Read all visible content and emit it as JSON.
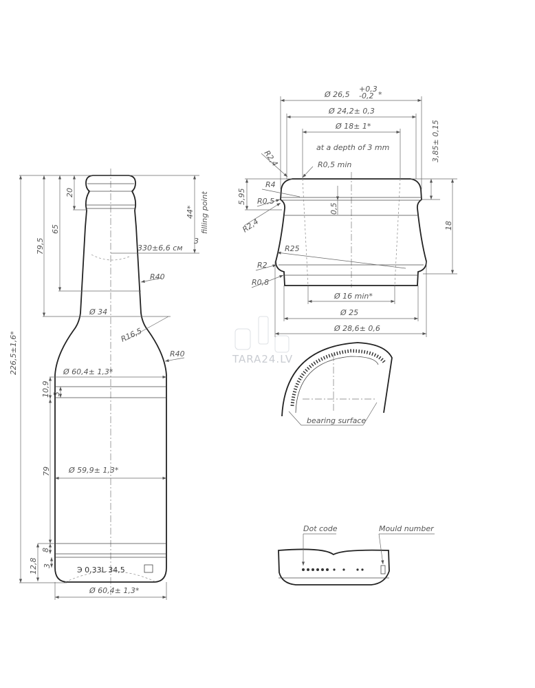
{
  "bottle_view": {
    "total_height": "226,5±1,6*",
    "dim_79_5": "79,5",
    "dim_65": "65",
    "dim_20": "20",
    "filling_point_dim": "44*",
    "filling_point_label": "filling point",
    "volume": "330±6,6 см",
    "volume_sup": "3",
    "neck_radius": "R40",
    "neck_diameter": "Ø 34",
    "shoulder_radius_small": "R16,5",
    "shoulder_radius_large": "R40",
    "label_top_diameter": "Ø 60,4± 1,3*",
    "dim_10_9": "10,9",
    "dim_3_top": "3",
    "dim_79": "79",
    "body_diameter": "Ø 59,9± 1,3*",
    "dim_8": "8",
    "dim_12_8": "12,8",
    "dim_3_bottom": "3",
    "base_marking": "Э  0,33L   34,5",
    "base_diameter": "Ø 60,4± 1,3*"
  },
  "finish_view": {
    "dia_26_5": "Ø 26,5",
    "dia_26_5_tol_upper": "+0,3",
    "dia_26_5_tol_lower": "-0,2",
    "dia_26_5_star": "*",
    "dia_24_2": "Ø 24,2± 0,3",
    "dia_18": "Ø 18± 1*",
    "depth_note": "at a depth of 3 mm",
    "r0_5_min": "R0,5 min",
    "r2_4_top": "R2,4",
    "r4": "R4",
    "r0_5": "R0,5",
    "r2_4": "R2,4",
    "dim_5_95": "5,95",
    "dim_0_5": "0,5",
    "dim_3_85": "3,85± 0,15",
    "dim_18": "18",
    "r25": "R25",
    "r2": "R2",
    "r0_8": "R0,8",
    "dia_16_min": "Ø 16 min*",
    "dia_25": "Ø 25",
    "dia_28_6": "Ø 28,6± 0,6"
  },
  "ring_view": {
    "bearing_surface": "bearing surface"
  },
  "base_view": {
    "dot_code": "Dot code",
    "mould_number": "Mould number"
  },
  "watermark": "TARA24.LV"
}
